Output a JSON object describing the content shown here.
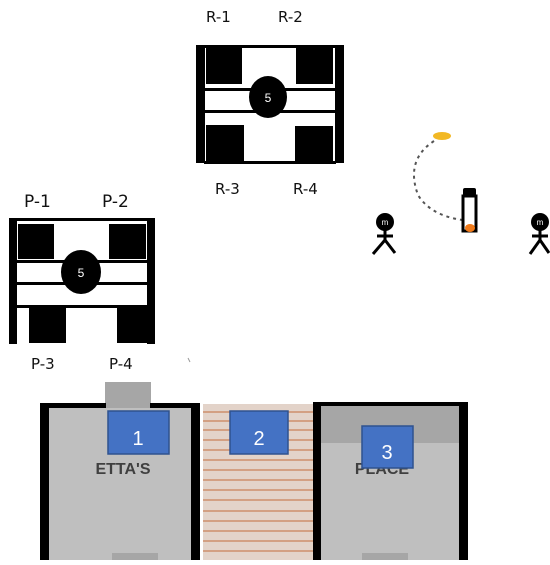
{
  "table_r": {
    "number": "5",
    "seats": [
      "R-1",
      "R-2",
      "R-3",
      "R-4"
    ]
  },
  "table_p": {
    "number": "5",
    "seats": [
      "P-1",
      "P-2",
      "P-3",
      "P-4"
    ]
  },
  "tripod_icon_glyph": "m",
  "sections": [
    {
      "number": "1",
      "label": "ETTA'S"
    },
    {
      "number": "2",
      "label": ""
    },
    {
      "number": "3",
      "label": "PLACE"
    }
  ],
  "colors": {
    "box_blue": "#4472c4",
    "box_border": "#2f528f",
    "floor_gray": "#bfbfbf",
    "wall": "#000000",
    "walkway_stripe": "#c9825a",
    "light_flame": "#f2b824",
    "light_tip": "#f07a1a"
  }
}
